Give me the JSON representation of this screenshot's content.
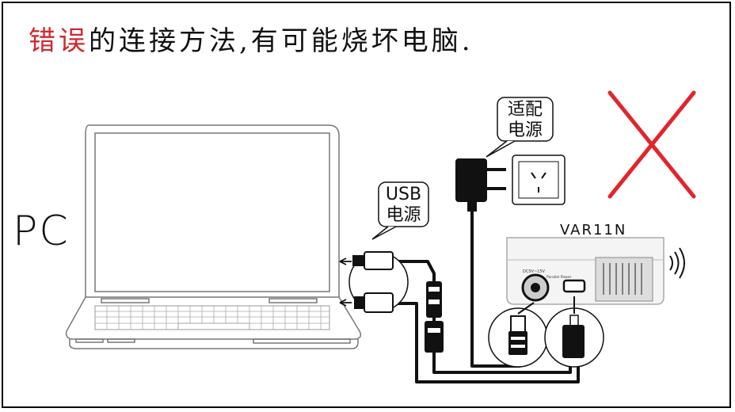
{
  "title": {
    "wrong_text": "错误",
    "rest_text": "的连接方法,有可能烧坏电脑."
  },
  "pc_label": "PC",
  "device_name": "VAR11N",
  "bubbles": {
    "usb_power_line1": "USB",
    "usb_power_line2": "电源",
    "adapter_line1": "适配",
    "adapter_line2": "电源"
  },
  "device_ports_text": {
    "dc_label": "DC5V~15V",
    "parallel_label": "Parallel Power"
  },
  "colors": {
    "wrong_text": "#d0282e",
    "cross": "#e0262b",
    "line": "#111111"
  }
}
